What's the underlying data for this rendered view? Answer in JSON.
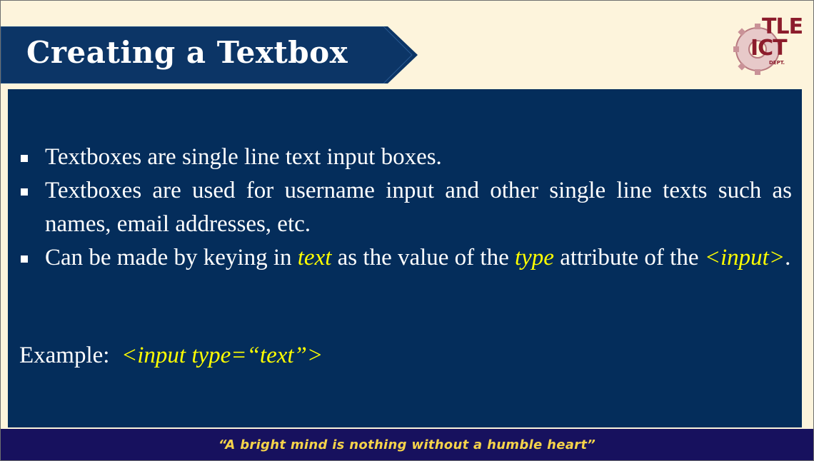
{
  "title": "Creating a Textbox",
  "logo": {
    "line1": "TLE",
    "line2": "ICT",
    "line3": "DEPT."
  },
  "bullets": [
    {
      "text": "Textboxes are single line text input boxes."
    },
    {
      "text": "Textboxes are used for username input and other single line texts such as names, email addresses, etc."
    },
    {
      "part1": "Can be made by keying in ",
      "em1": "text",
      "part2": " as the value of the ",
      "em2": "type",
      "part3": " attribute of the ",
      "em3": "<input>",
      "part4": "."
    }
  ],
  "example": {
    "label": "Example:",
    "code": "<input type=“text”>"
  },
  "footer": {
    "quote": "“A bright mind is nothing without a humble heart”"
  },
  "colors": {
    "background": "#fdf4dc",
    "navy": "#042d5b",
    "highlight": "#ffff00",
    "footer": "#17115e",
    "footer_text": "#f5d34a",
    "logo": "#8c1c2c"
  }
}
